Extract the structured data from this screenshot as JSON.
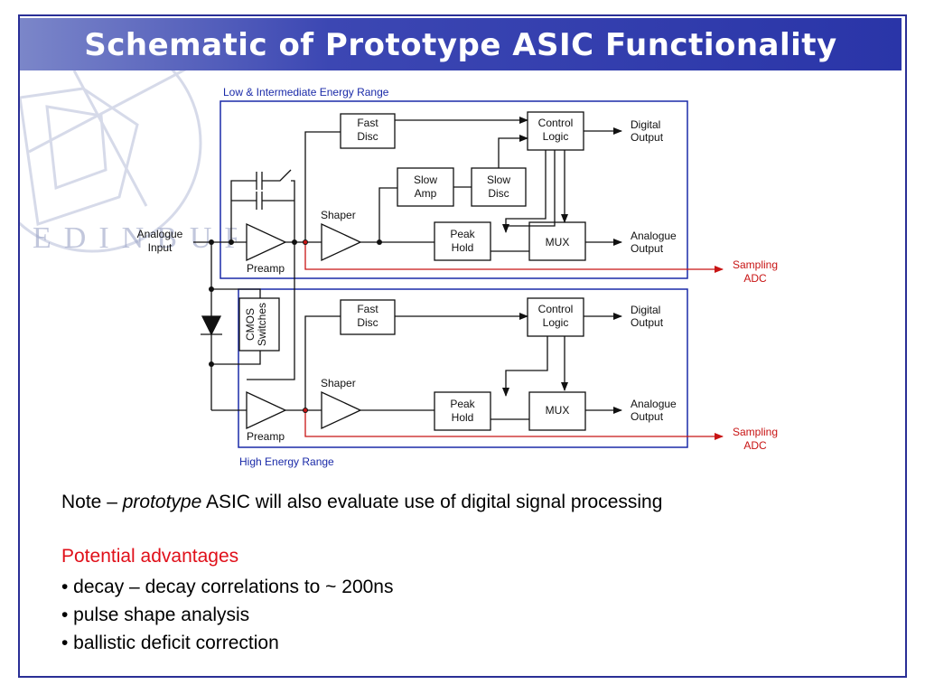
{
  "slide": {
    "title": "Schematic of Prototype ASIC Functionality",
    "seal_text": "EDINBURGH"
  },
  "diagram": {
    "low_range_label": "Low & Intermediate Energy Range",
    "high_range_label": "High Energy Range",
    "analogue_input": [
      "Analogue",
      "Input"
    ],
    "preamp": "Preamp",
    "shaper": "Shaper",
    "fast_disc": [
      "Fast",
      "Disc"
    ],
    "control_logic": [
      "Control",
      "Logic"
    ],
    "slow_amp": [
      "Slow",
      "Amp"
    ],
    "slow_disc": [
      "Slow",
      "Disc"
    ],
    "peak_hold": [
      "Peak",
      "Hold"
    ],
    "mux": "MUX",
    "digital_output": [
      "Digital",
      "Output"
    ],
    "analogue_output": [
      "Analogue",
      "Output"
    ],
    "sampling_adc": [
      "Sampling",
      "ADC"
    ],
    "cmos_switches": [
      "CMOS",
      "Switches"
    ],
    "colors": {
      "box_border": "#1a2aa8",
      "signal_red": "#c81414",
      "line": "#111111"
    }
  },
  "text": {
    "note_prefix": "Note – ",
    "note_italic": "prototype",
    "note_suffix": " ASIC will also evaluate use of digital signal processing",
    "advantages_title": "Potential advantages",
    "bullets": [
      "• decay – decay correlations to ~ 200ns",
      "• pulse shape analysis",
      "• ballistic deficit correction"
    ]
  }
}
